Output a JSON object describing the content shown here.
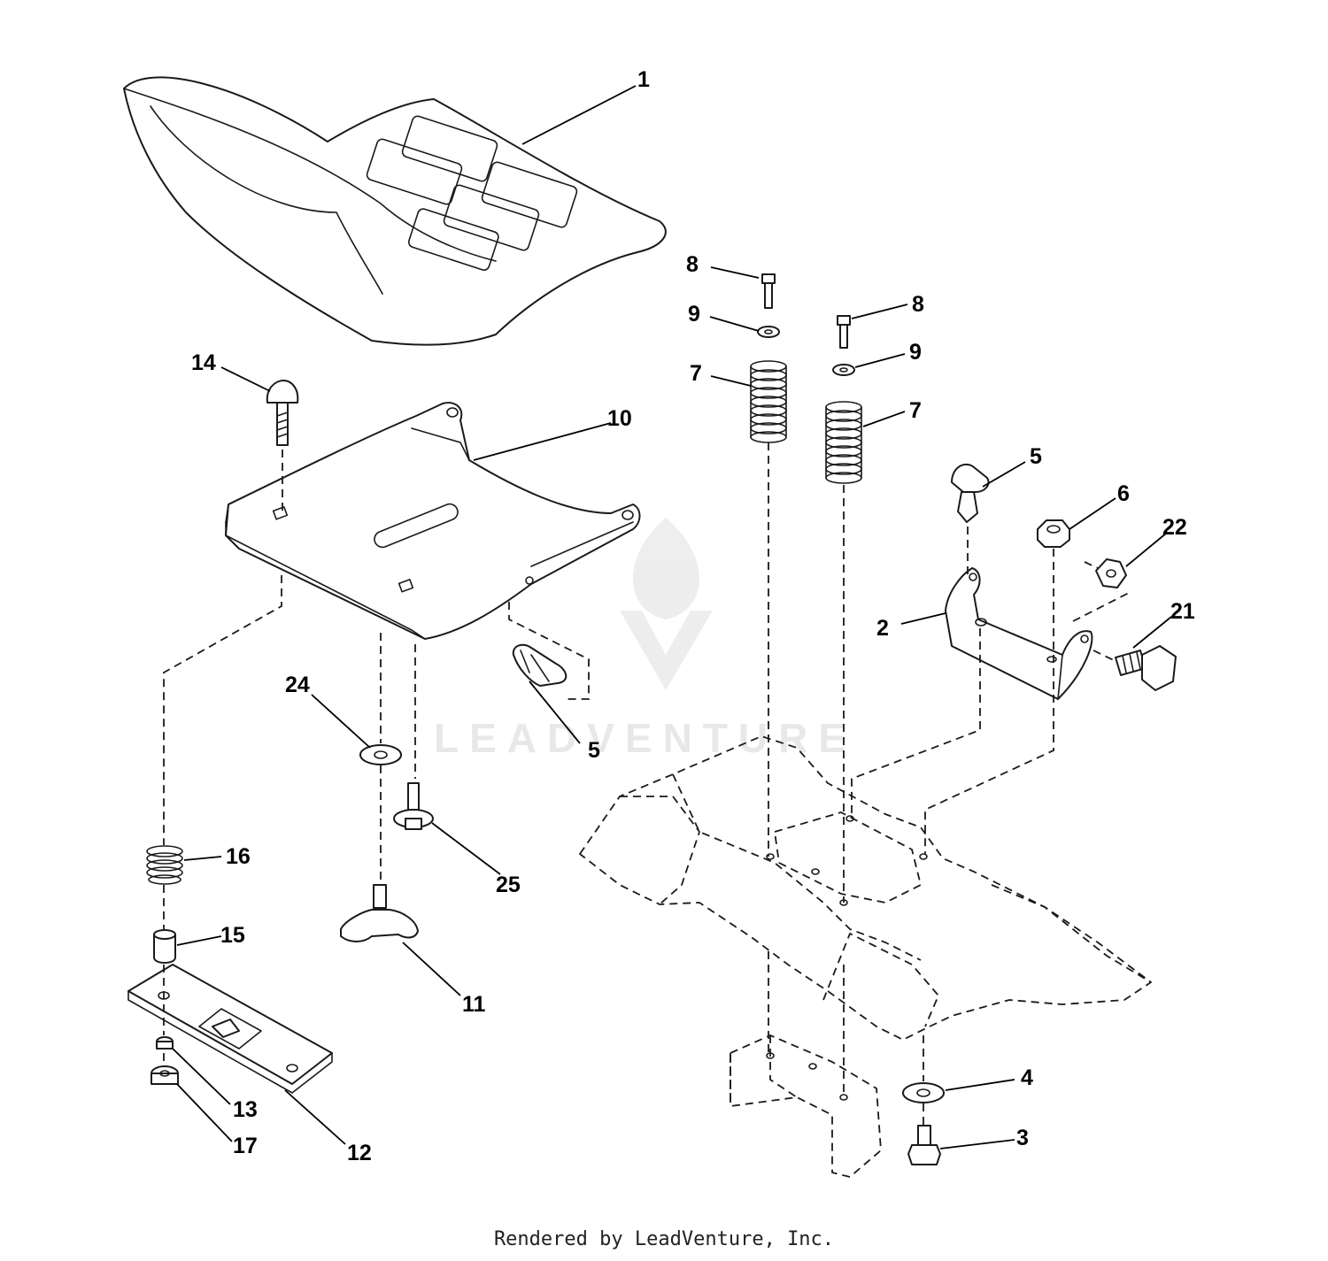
{
  "diagram": {
    "watermark": "LEADVENTURE",
    "callouts": [
      "1",
      "14",
      "10",
      "24",
      "5",
      "25",
      "16",
      "15",
      "11",
      "13",
      "17",
      "12",
      "8",
      "9",
      "7",
      "8",
      "9",
      "7",
      "5",
      "6",
      "22",
      "2",
      "21",
      "4",
      "3"
    ]
  },
  "footer": {
    "text": "Rendered by LeadVenture, Inc."
  },
  "colors": {
    "line": "#1a1a1a",
    "watermark": "#e6e6e6",
    "background": "#ffffff"
  }
}
